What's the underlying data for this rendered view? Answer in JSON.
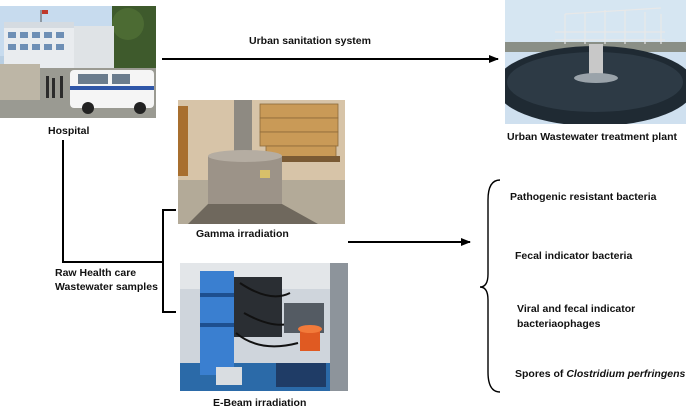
{
  "labels": {
    "top_arrow": "Urban sanitation system",
    "hospital": "Hospital",
    "wwtp": "Urban Wastewater treatment plant",
    "samples_line1": "Raw Health care",
    "samples_line2": "Wastewater samples",
    "gamma": "Gamma irradiation",
    "ebeam": "E-Beam irradiation"
  },
  "outcomes": [
    {
      "text": "Pathogenic resistant bacteria"
    },
    {
      "text": "Fecal indicator bacteria"
    },
    {
      "text": "Viral and fecal indicator",
      "text2": "bacteriaophages"
    },
    {
      "text": "Spores of ",
      "italic": "Clostridium perfringens"
    }
  ]
}
